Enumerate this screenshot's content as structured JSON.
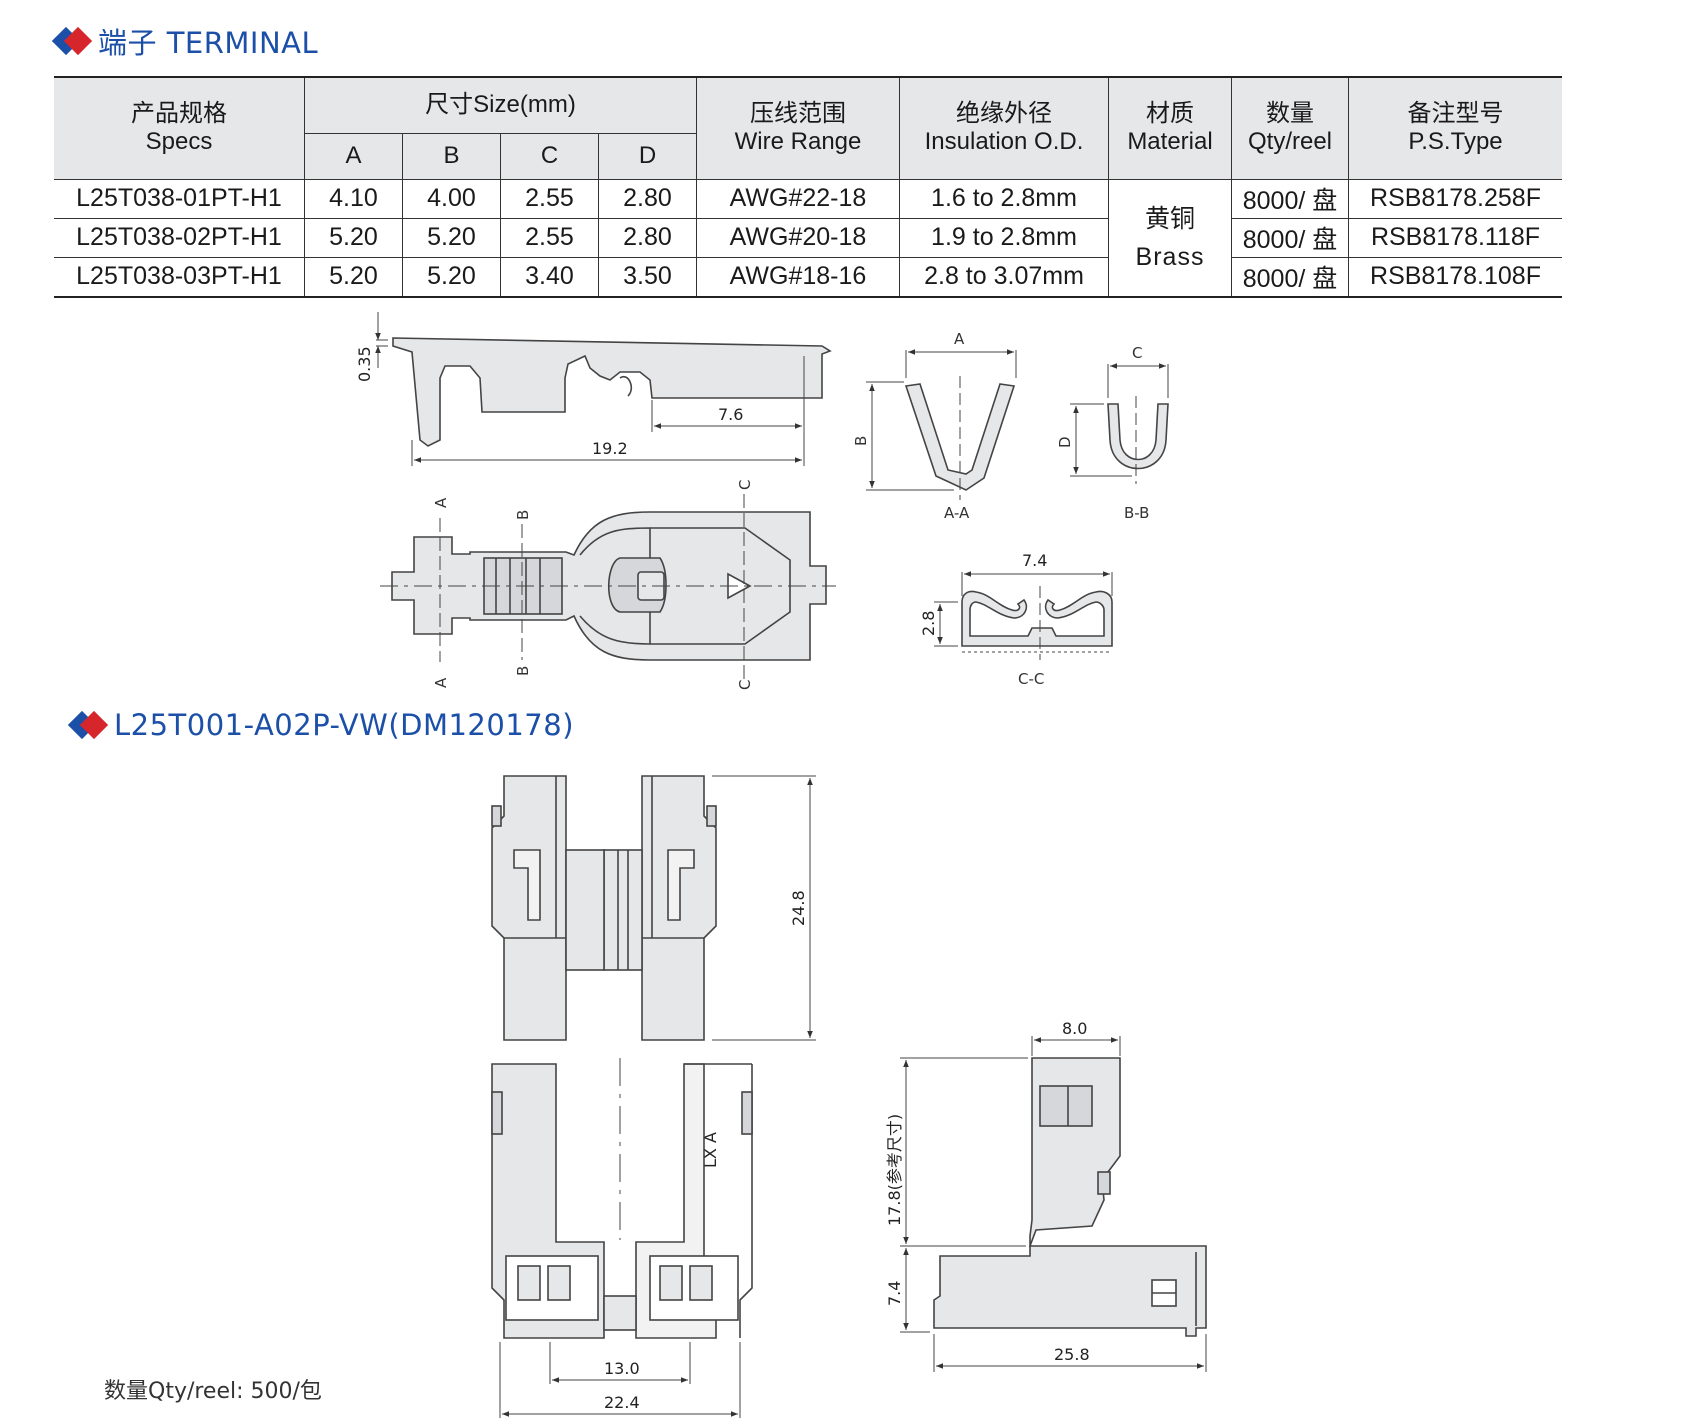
{
  "section1": {
    "title": "端子 TERMINAL"
  },
  "section2": {
    "title": "L25T001-A02P-VW(DM120178)"
  },
  "table": {
    "headers": {
      "specs_cn": "产品规格",
      "specs_en": "Specs",
      "size": "尺寸Size(mm)",
      "col_a": "A",
      "col_b": "B",
      "col_c": "C",
      "col_d": "D",
      "wire_cn": "压线范围",
      "wire_en": "Wire Range",
      "insul_cn": "绝缘外径",
      "insul_en": "Insulation O.D.",
      "mat_cn": "材质",
      "mat_en": "Material",
      "qty_cn": "数量",
      "qty_en": "Qty/reel",
      "ps_cn": "备注型号",
      "ps_en": "P.S.Type"
    },
    "material_cn": "黄铜",
    "material_en": "Brass",
    "rows": [
      {
        "spec": "L25T038-01PT-H1",
        "a": "4.10",
        "b": "4.00",
        "c": "2.55",
        "d": "2.80",
        "wire": "AWG#22-18",
        "insul": "1.6 to 2.8mm",
        "qty": "8000/ 盘",
        "ps": "RSB8178.258F"
      },
      {
        "spec": "L25T038-02PT-H1",
        "a": "5.20",
        "b": "5.20",
        "c": "2.55",
        "d": "2.80",
        "wire": "AWG#20-18",
        "insul": "1.9 to 2.8mm",
        "qty": "8000/ 盘",
        "ps": "RSB8178.118F"
      },
      {
        "spec": "L25T038-03PT-H1",
        "a": "5.20",
        "b": "5.20",
        "c": "3.40",
        "d": "3.50",
        "wire": "AWG#18-16",
        "insul": "2.8 to 3.07mm",
        "qty": "8000/ 盘",
        "ps": "RSB8178.108F"
      }
    ]
  },
  "terminal_drawing": {
    "dim_thickness": "0.35",
    "dim_7_6": "7.6",
    "dim_19_2": "19.2",
    "dim_7_4": "7.4",
    "dim_2_8": "2.8",
    "label_a": "A",
    "label_b": "B",
    "label_c": "C",
    "label_d": "D",
    "section_aa": "A-A",
    "section_bb": "B-B",
    "section_cc": "C-C"
  },
  "housing_drawing": {
    "dim_24_8": "24.8",
    "dim_8_0": "8.0",
    "dim_17_8": "17.8(参考尺寸)",
    "dim_7_4": "7.4",
    "dim_25_8": "25.8",
    "dim_13_0": "13.0",
    "dim_22_4": "22.4",
    "marking": "LX A"
  },
  "footer": {
    "qty_text": "数量Qty/reel:  500/包"
  }
}
